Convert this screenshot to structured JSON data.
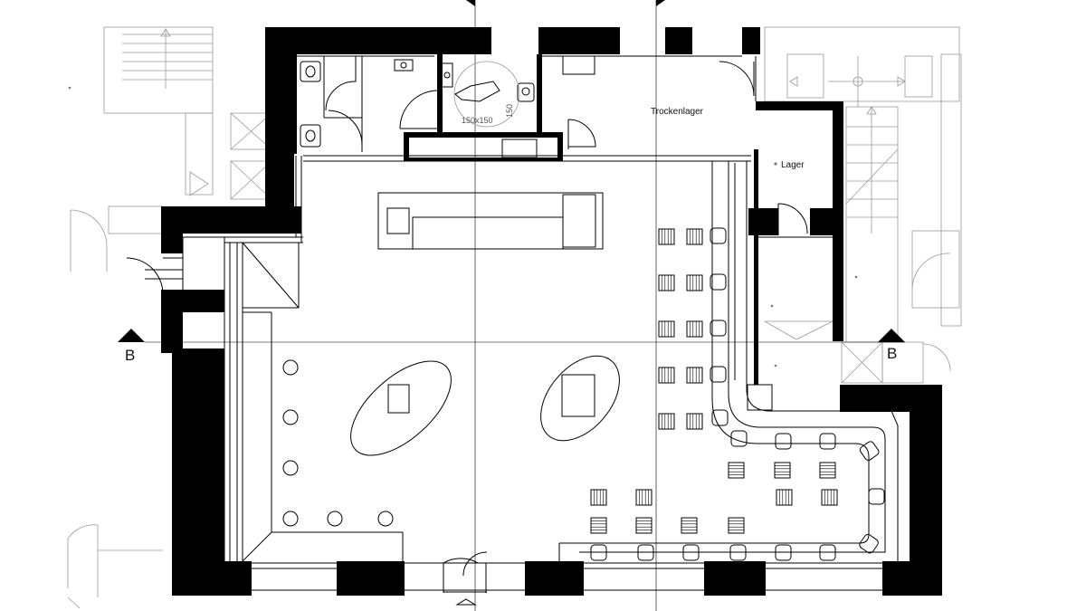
{
  "rooms": {
    "dry_storage": "Trockenlager",
    "storage": "Lager"
  },
  "section_markers": {
    "left": "B",
    "right": "B"
  },
  "dimensions": {
    "turning_circle": "150x150",
    "turning_circle_vertical": "150"
  }
}
